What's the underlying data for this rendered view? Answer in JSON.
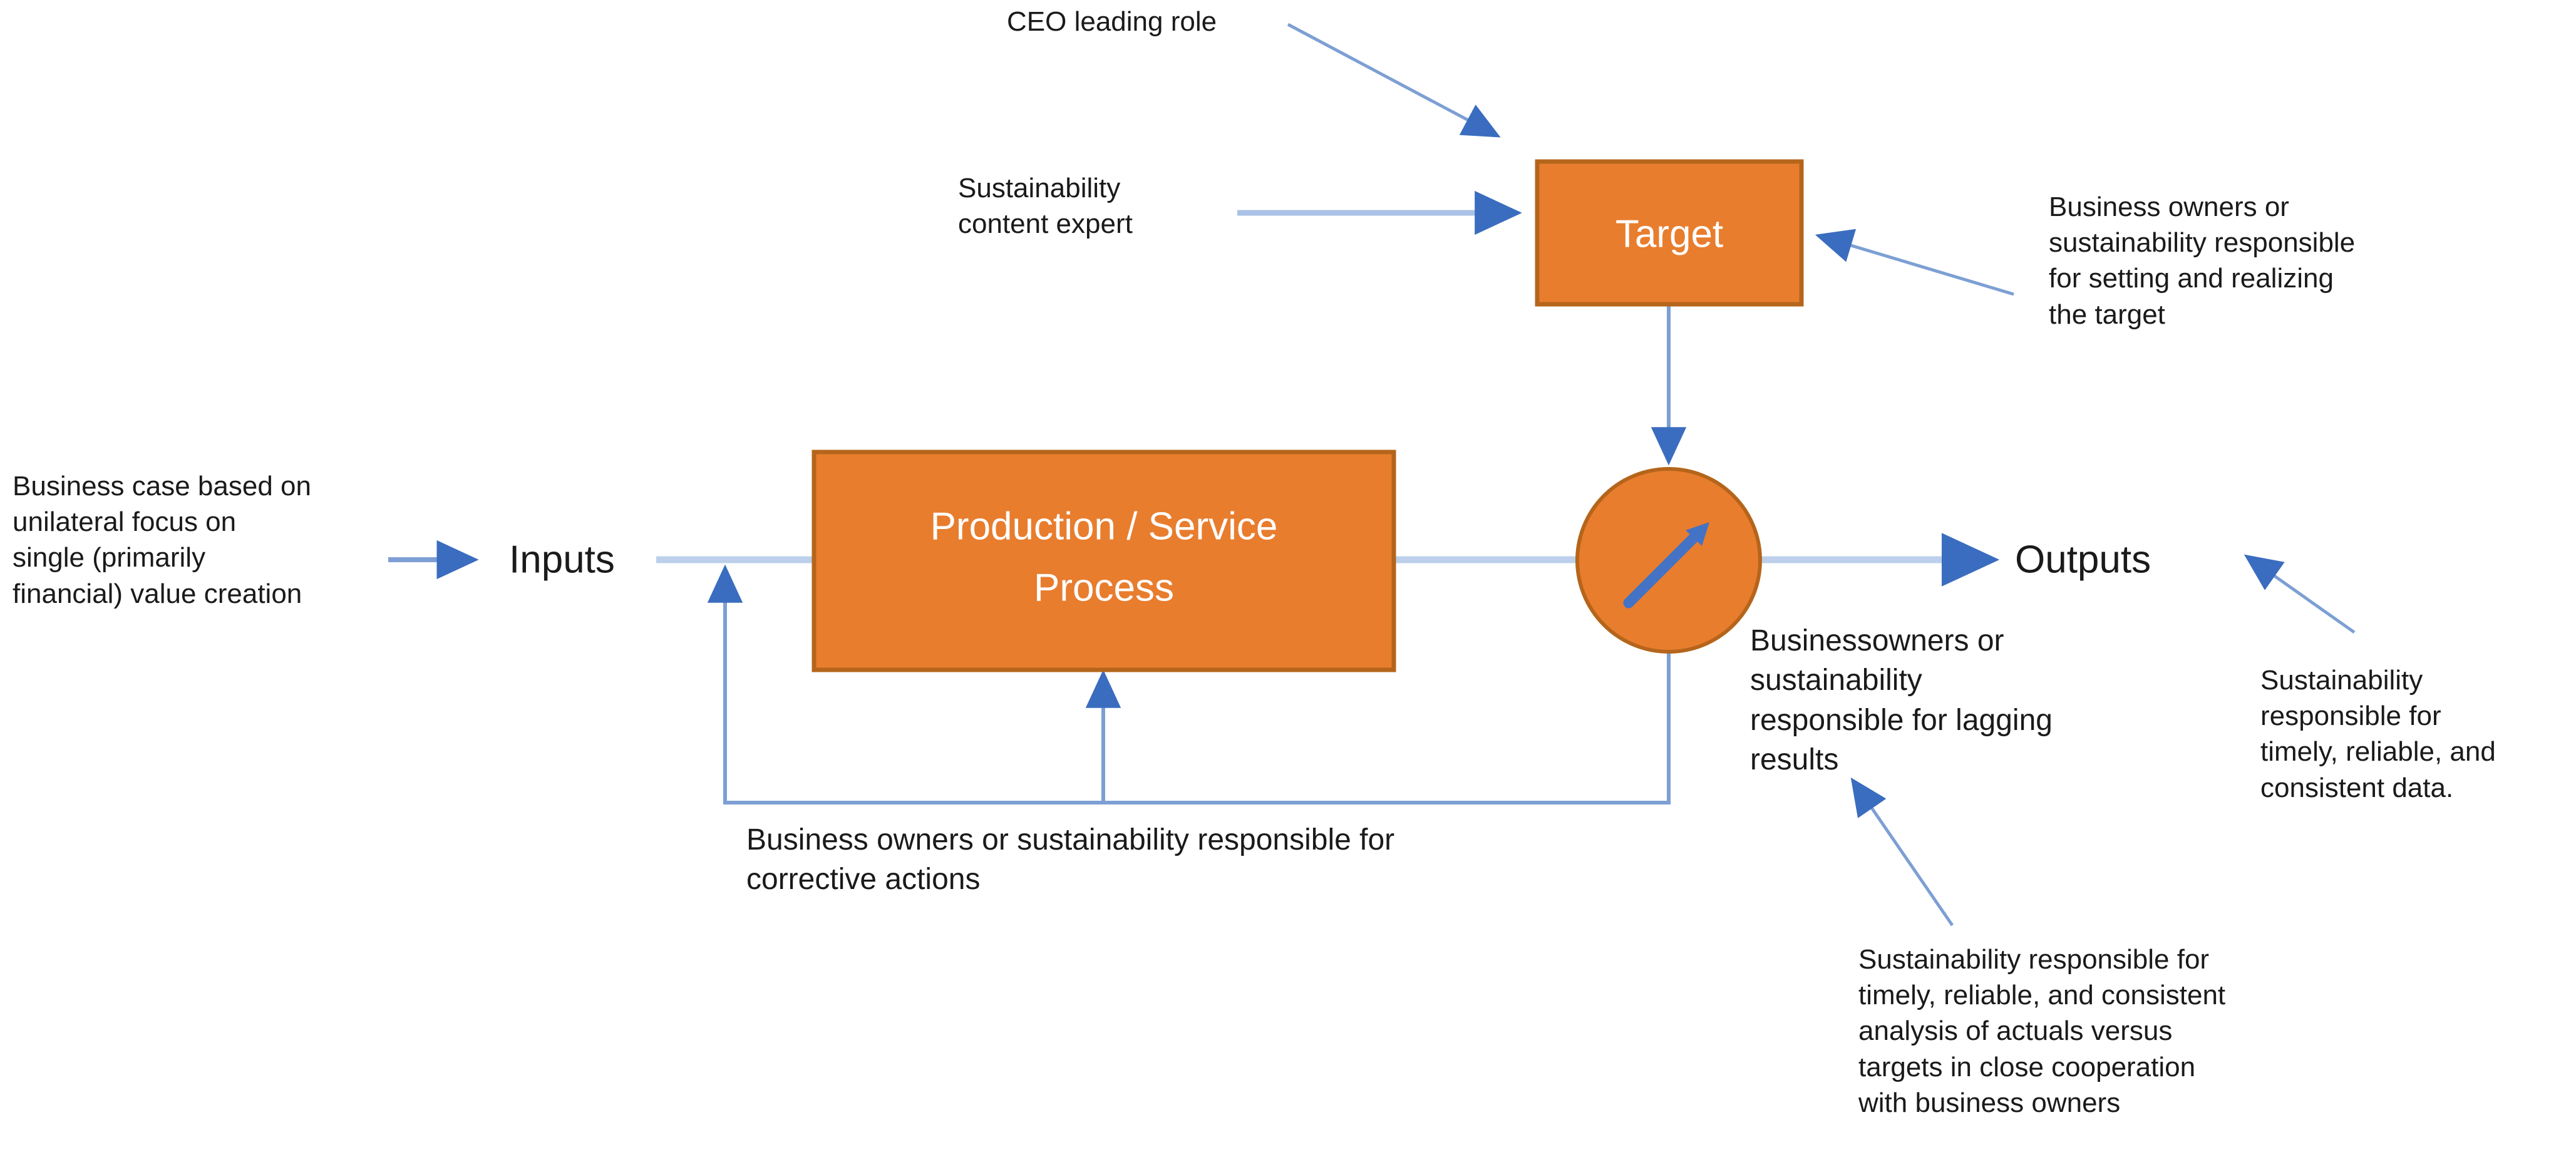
{
  "diagram": {
    "title": "Sustainability process control loop",
    "colors": {
      "node_fill": "#E87D2E",
      "node_stroke": "#B5651B",
      "connector": "#7D9FD3",
      "arrowhead": "#3A6DBF",
      "gauge_needle": "#4472C4",
      "text": "#1A1A1A",
      "node_text": "#FFFFFF",
      "background": "#FFFFFF"
    },
    "nodes": [
      {
        "id": "target",
        "label": "Target",
        "shape": "rectangle"
      },
      {
        "id": "process",
        "label": "Production / Service\nProcess",
        "line1": "Production / Service",
        "line2": "Process",
        "shape": "rectangle"
      },
      {
        "id": "gauge",
        "label": "",
        "shape": "circle",
        "icon": "gauge-needle-icon"
      }
    ],
    "flow_labels": {
      "inputs": "Inputs",
      "outputs": "Outputs"
    },
    "annotations": [
      {
        "id": "ceo-leading-role",
        "text": "CEO leading role",
        "points_to": "target"
      },
      {
        "id": "sustainability-content-expert",
        "text": "Sustainability\ncontent expert",
        "points_to": "target"
      },
      {
        "id": "business-owners-target",
        "text": "Business owners or\nsustainability responsible\nfor setting and realizing\nthe target",
        "points_to": "target"
      },
      {
        "id": "business-case",
        "text": "Business case based on\nunilateral focus on\nsingle (primarily\nfinancial) value creation",
        "points_to": "inputs"
      },
      {
        "id": "business-owners-lagging",
        "text": "Businessowners or\nsustainability\nresponsible for lagging\nresults",
        "points_to": "gauge"
      },
      {
        "id": "sustainability-data",
        "text": "Sustainability\nresponsible for\ntimely, reliable, and\nconsistent data.",
        "points_to": "outputs"
      },
      {
        "id": "corrective-actions",
        "text": "Business owners or sustainability responsible for\ncorrective actions",
        "points_to": "process"
      },
      {
        "id": "sustainability-analysis",
        "text": "Sustainability responsible for\ntimely, reliable, and consistent\nanalysis of actuals versus\ntargets in close cooperation\nwith business owners",
        "points_to": "business-owners-lagging"
      }
    ]
  }
}
